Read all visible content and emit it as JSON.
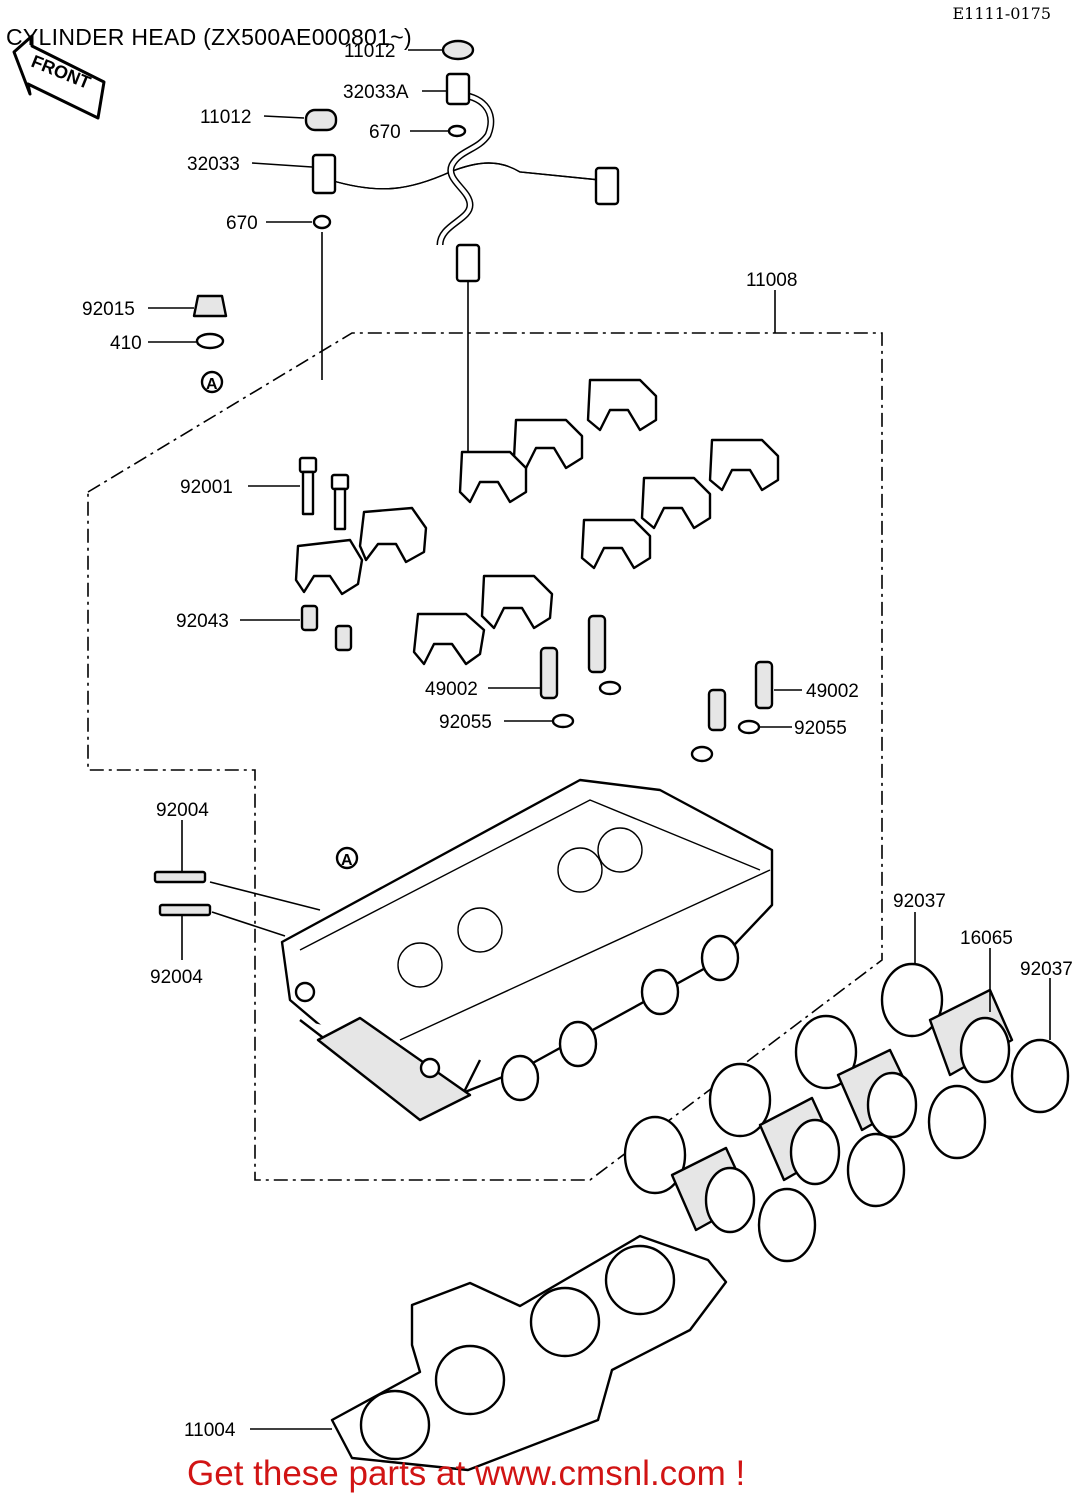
{
  "header": {
    "title": "CYLINDER HEAD (ZX500AE000801~)",
    "diagram_code": "E1111-0175"
  },
  "front_marker": "FRONT",
  "ref_marker": "A",
  "callouts": {
    "c1": "11012",
    "c2": "32033A",
    "c3": "11012",
    "c4": "670",
    "c5": "32033",
    "c6": "670",
    "c7": "11008",
    "c8": "92015",
    "c9": "410",
    "c10": "92001",
    "c11": "92043",
    "c12": "49002",
    "c13": "49002",
    "c14": "92055",
    "c15": "92055",
    "c16": "92004",
    "c17": "92004",
    "c18": "92037",
    "c19": "16065",
    "c20": "92037",
    "c21": "11004"
  },
  "footer": {
    "promo": "Get these parts at www.cmsnl.com !"
  }
}
